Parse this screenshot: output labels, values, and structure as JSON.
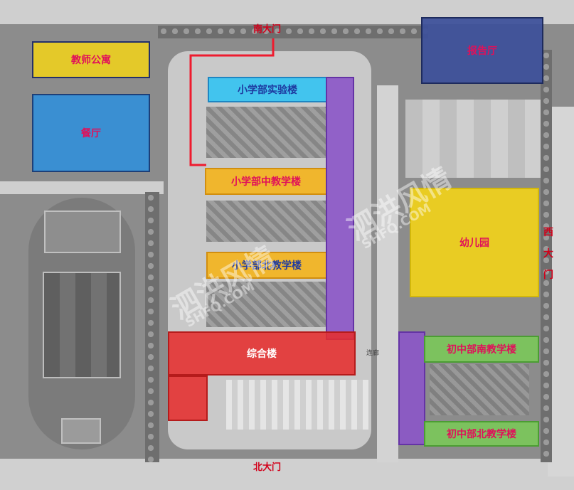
{
  "gates": {
    "south": "南大门",
    "north": "北大门",
    "west": "西大门",
    "west_chars": [
      "西",
      "大",
      "门"
    ]
  },
  "buildings": {
    "teacher_apartment": "教师公寓",
    "dining_hall": "餐厅",
    "report_hall": "报告厅",
    "primary_lab": "小学部实验楼",
    "primary_middle": "小学部中教学楼",
    "primary_north": "小学部北教学楼",
    "kindergarten": "幼儿园",
    "comprehensive": "综合楼",
    "junior_south": "初中部南教学楼",
    "junior_north": "初中部北教学楼"
  },
  "minor_labels": {
    "corridor": "连廊"
  },
  "watermark": {
    "text": "泗洪风情",
    "domain": "SHFQ.COM"
  },
  "colors": {
    "blue": "#2f8fdc",
    "navy": "#3c4f9a",
    "yellow": "#f3d317",
    "light_blue": "#33c3f2",
    "orange": "#f3b420",
    "purple": "#8b55c8",
    "red": "#e52e2e",
    "green": "#7bc75a",
    "label_red": "#e0105a",
    "gate_red": "#d2001a"
  },
  "route": {
    "color": "#ee1b2e",
    "description_visible": false
  }
}
